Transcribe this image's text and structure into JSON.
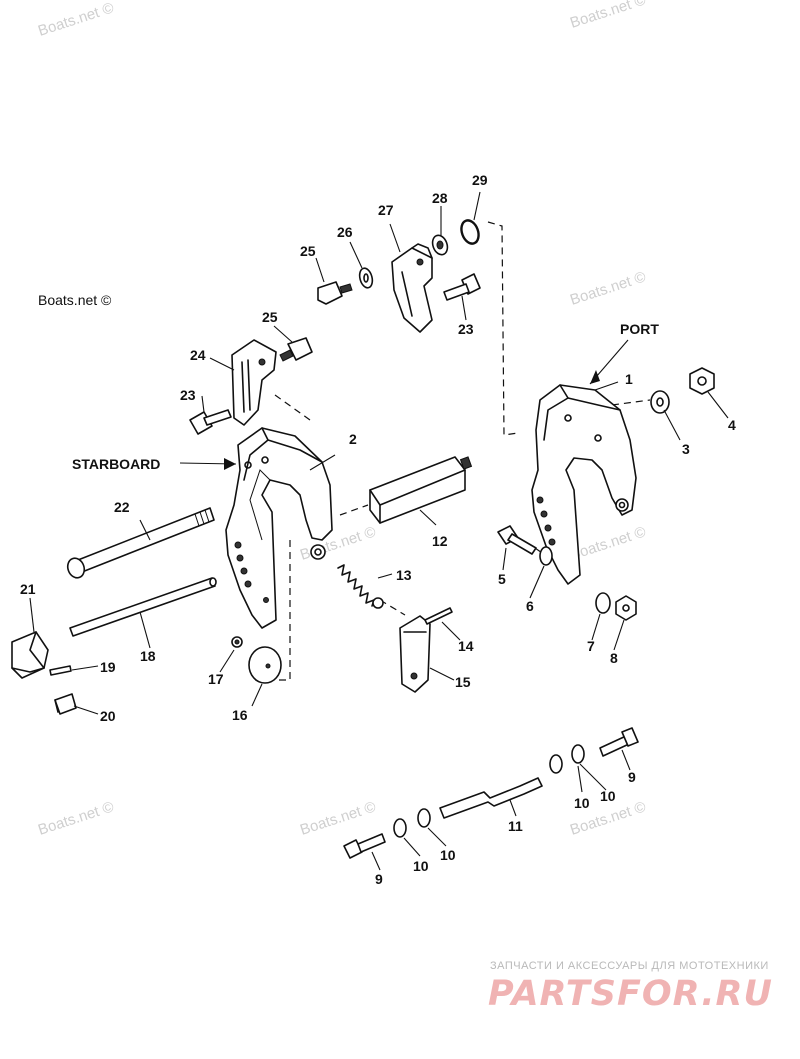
{
  "watermark": {
    "text": "Boats.net ©"
  },
  "side_labels": {
    "starboard": "STARBOARD",
    "port": "PORT"
  },
  "footer": {
    "tagline": "ЗАПЧАСТИ И АКСЕССУАРЫ ДЛЯ МОТОТЕХНИКИ",
    "logo": "PARTSFOR.RU"
  },
  "callouts": [
    "1",
    "2",
    "3",
    "4",
    "5",
    "6",
    "7",
    "8",
    "9",
    "9",
    "10",
    "10",
    "10",
    "10",
    "11",
    "12",
    "13",
    "14",
    "15",
    "16",
    "17",
    "18",
    "19",
    "20",
    "21",
    "22",
    "23",
    "23",
    "24",
    "25",
    "25",
    "26",
    "27",
    "28",
    "29"
  ]
}
